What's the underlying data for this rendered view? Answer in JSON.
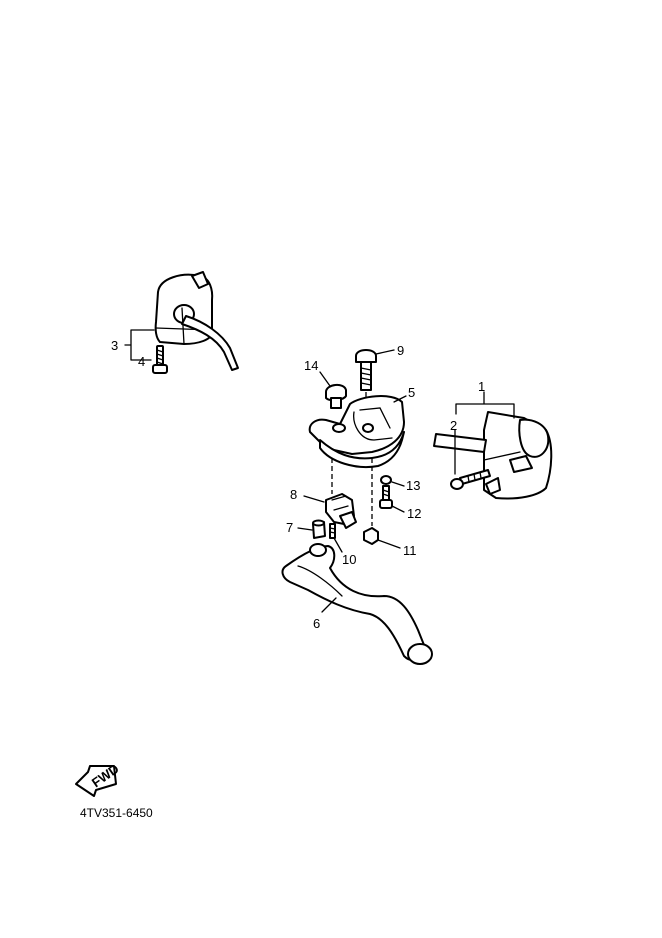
{
  "diagram": {
    "part_labels": [
      "1",
      "2",
      "3",
      "4",
      "5",
      "6",
      "7",
      "8",
      "9",
      "10",
      "11",
      "12",
      "13",
      "14"
    ],
    "drawing_code": "4TV351-6450",
    "fwd_label": "FWD"
  }
}
